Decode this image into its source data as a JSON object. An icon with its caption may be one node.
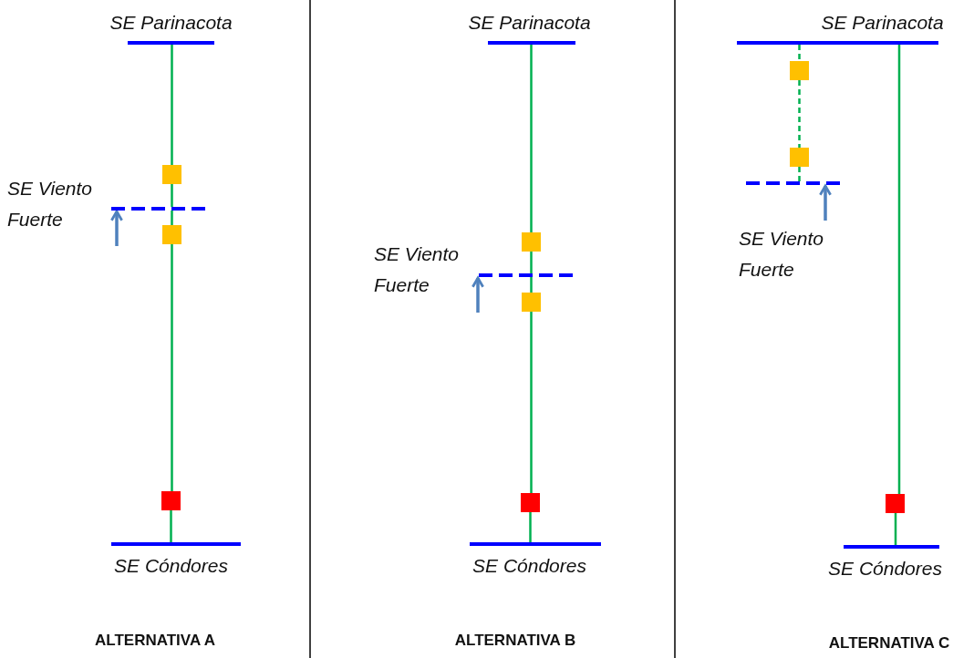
{
  "diagram": {
    "nodes": [
      {
        "text": [
          "SE Parinacota"
        ]
      },
      {
        "text": [],
        "shape": "box"
      },
      {
        "text": [
          "SE Viento Fuerte"
        ]
      },
      {
        "text": [],
        "shape": "box"
      },
      {
        "text": [],
        "shape": "box"
      },
      {
        "text": [
          "SE Cóndores"
        ]
      },
      {
        "text": [
          "SE Parinacota"
        ]
      },
      {
        "text": [],
        "shape": "box"
      },
      {
        "text": [
          "SE Viento Fuerte"
        ]
      },
      {
        "text": [],
        "shape": "box"
      },
      {
        "text": [],
        "shape": "box"
      },
      {
        "text": [
          "SE Cóndores"
        ]
      },
      {
        "text": [
          "SE Parinacota"
        ]
      },
      {
        "text": [],
        "shape": "box"
      },
      {
        "text": [],
        "shape": "box"
      },
      {
        "text": [
          "SE Viento Fuerte"
        ]
      },
      {
        "text": [],
        "shape": "box"
      },
      {
        "text": [
          "SE Cóndores"
        ]
      }
    ],
    "edges": [
      {
        "from": 0,
        "to": 1,
        "arrow": "none"
      },
      {
        "from": 1,
        "to": 2,
        "arrow": "none"
      },
      {
        "from": 2,
        "to": 3,
        "arrow": "none"
      },
      {
        "from": 3,
        "to": 4,
        "arrow": "none"
      },
      {
        "from": 4,
        "to": 5,
        "arrow": "none"
      },
      {
        "from": null,
        "to": 2,
        "arrow": "to",
        "color": "#4f81bd"
      },
      {
        "from": 6,
        "to": 7,
        "arrow": "none"
      },
      {
        "from": 7,
        "to": 8,
        "arrow": "none"
      },
      {
        "from": 8,
        "to": 9,
        "arrow": "none"
      },
      {
        "from": 9,
        "to": 10,
        "arrow": "none"
      },
      {
        "from": 10,
        "to": 11,
        "arrow": "none"
      },
      {
        "from": null,
        "to": 8,
        "arrow": "to",
        "color": "#4f81bd"
      },
      {
        "from": 12,
        "to": 13,
        "arrow": "none",
        "style": "dashed"
      },
      {
        "from": 13,
        "to": 14,
        "arrow": "none",
        "style": "dashed"
      },
      {
        "from": 14,
        "to": 15,
        "arrow": "none",
        "style": "dashed"
      },
      {
        "from": 12,
        "to": 16,
        "arrow": "none"
      },
      {
        "from": 16,
        "to": 17,
        "arrow": "none"
      },
      {
        "from": null,
        "to": 15,
        "arrow": "to",
        "color": "#4f81bd"
      }
    ],
    "labels": [
      "ALTERNATIVA A",
      "ALTERNATIVA B",
      "ALTERNATIVA C"
    ]
  }
}
